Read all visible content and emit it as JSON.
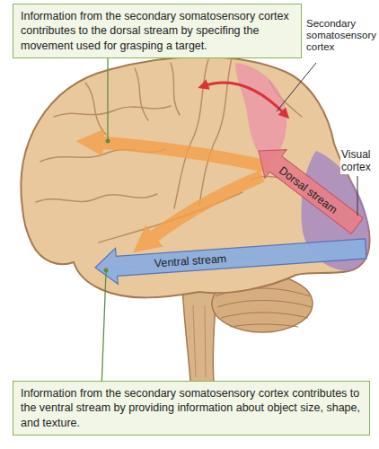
{
  "diagram": {
    "nodes": [
      {
        "text": [
          "Information from the secondary somatosensory cortex contributes to the dorsal stream by specifing the movement used for grasping a target."
        ]
      },
      {
        "text": [
          "Information from the secondary somatosensory cortex contributes to the ventral stream by providing information about object size, shape, and texture."
        ]
      }
    ],
    "labels": [
      "Secondary somatosensory cortex",
      "Dorsal stream",
      "Visual cortex",
      "Ventral stream"
    ]
  }
}
